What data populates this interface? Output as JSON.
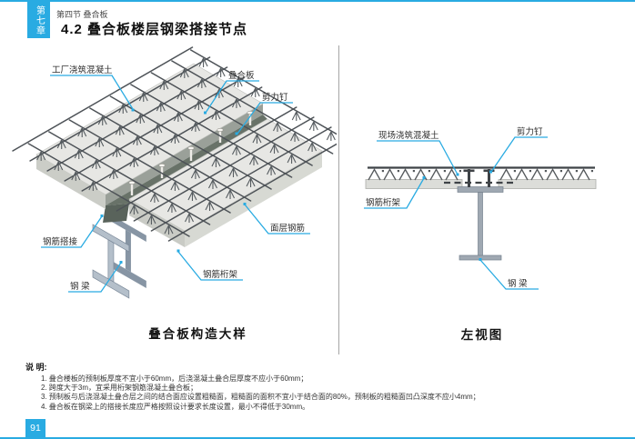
{
  "accent_color": "#29abe2",
  "header": {
    "chapter_tab": "第七章",
    "section": "第四节 叠合板",
    "title": "4.2 叠合板楼层钢梁搭接节点"
  },
  "figures": {
    "left": {
      "caption": "叠合板构造大样",
      "labels": {
        "factory_concrete": "工厂浇筑混凝土",
        "composite_slab": "叠合板",
        "shear_stud": "剪力钉",
        "rebar_lap": "钢筋搭接",
        "steel_beam": "钢 梁",
        "surface_rebar": "面层钢筋",
        "rebar_truss": "钢筋桁架"
      }
    },
    "right": {
      "caption": "左视图",
      "labels": {
        "site_concrete": "现场浇筑混凝土",
        "shear_stud": "剪力钉",
        "rebar_truss": "钢筋桁架",
        "steel_beam": "钢 梁"
      }
    }
  },
  "notes": {
    "heading": "说 明:",
    "items": [
      "1. 叠合楼板的预制板厚度不宜小于60mm，后浇混凝土叠合层厚度不应小于60mm；",
      "2. 跨度大于3m，宜采用桁架钢筋混凝土叠合板；",
      "3. 预制板与后浇混凝土叠合层之间的结合面应设置粗糙面，粗糙面的面积不宜小于结合面的80%，预制板的粗糙面凹凸深度不应小4mm；",
      "4. 叠合板在钢梁上的搭接长度应严格按照设计要求长度设置，最小不得低于30mm。"
    ]
  },
  "footer": {
    "page_number": "91"
  }
}
